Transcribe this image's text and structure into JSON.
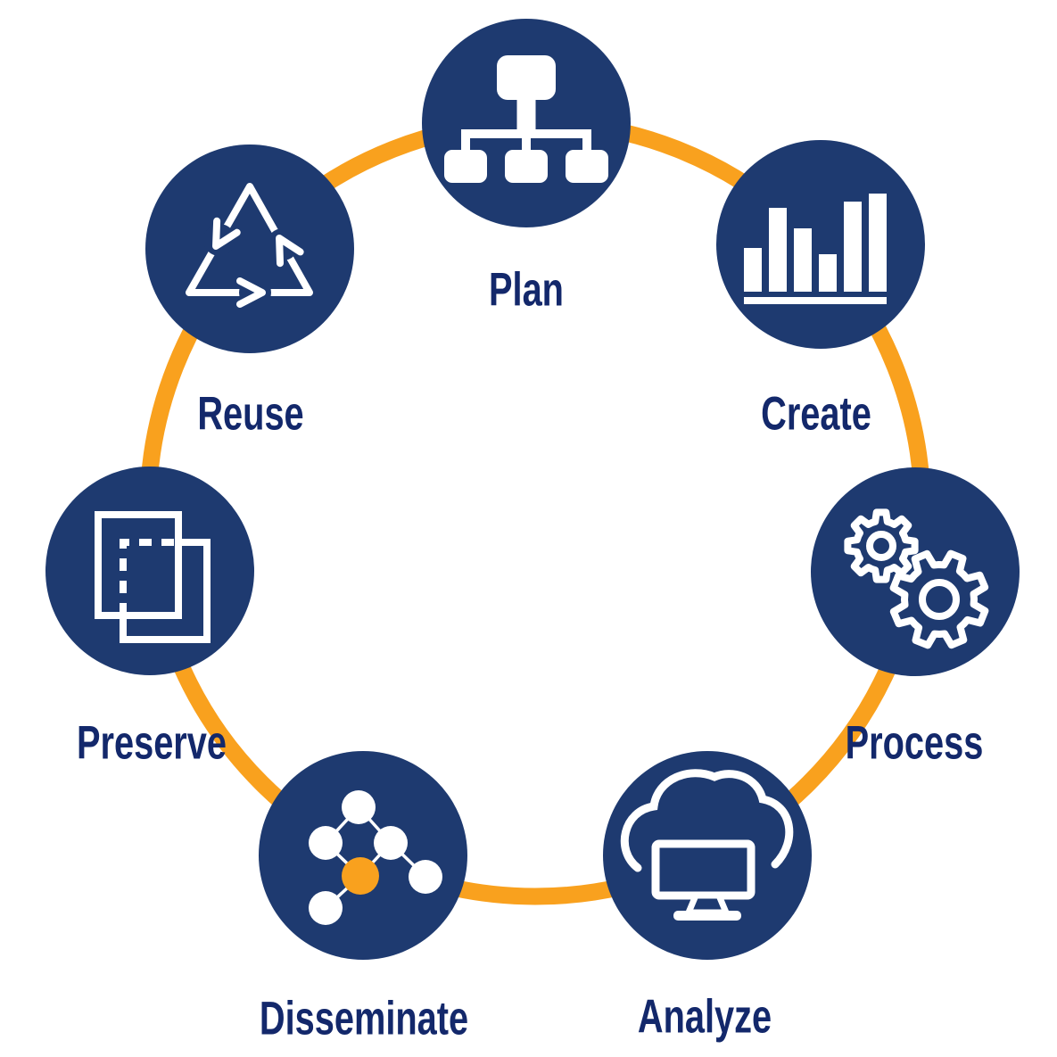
{
  "diagram": {
    "name": "research-data-lifecycle",
    "stages": [
      {
        "label": "Plan",
        "icon": "sitemap-icon"
      },
      {
        "label": "Create",
        "icon": "bar-chart-icon"
      },
      {
        "label": "Process",
        "icon": "gears-icon"
      },
      {
        "label": "Analyze",
        "icon": "cloud-monitor-icon"
      },
      {
        "label": "Disseminate",
        "icon": "network-nodes-icon"
      },
      {
        "label": "Preserve",
        "icon": "copy-documents-icon"
      },
      {
        "label": "Reuse",
        "icon": "recycle-icon"
      }
    ],
    "colors": {
      "circle_fill": "#1e3a70",
      "ring_stroke": "#f9a11e",
      "label_text": "#13286b",
      "icon_stroke": "#ffffff",
      "accent_node": "#f9a11e",
      "background": "#ffffff"
    }
  }
}
